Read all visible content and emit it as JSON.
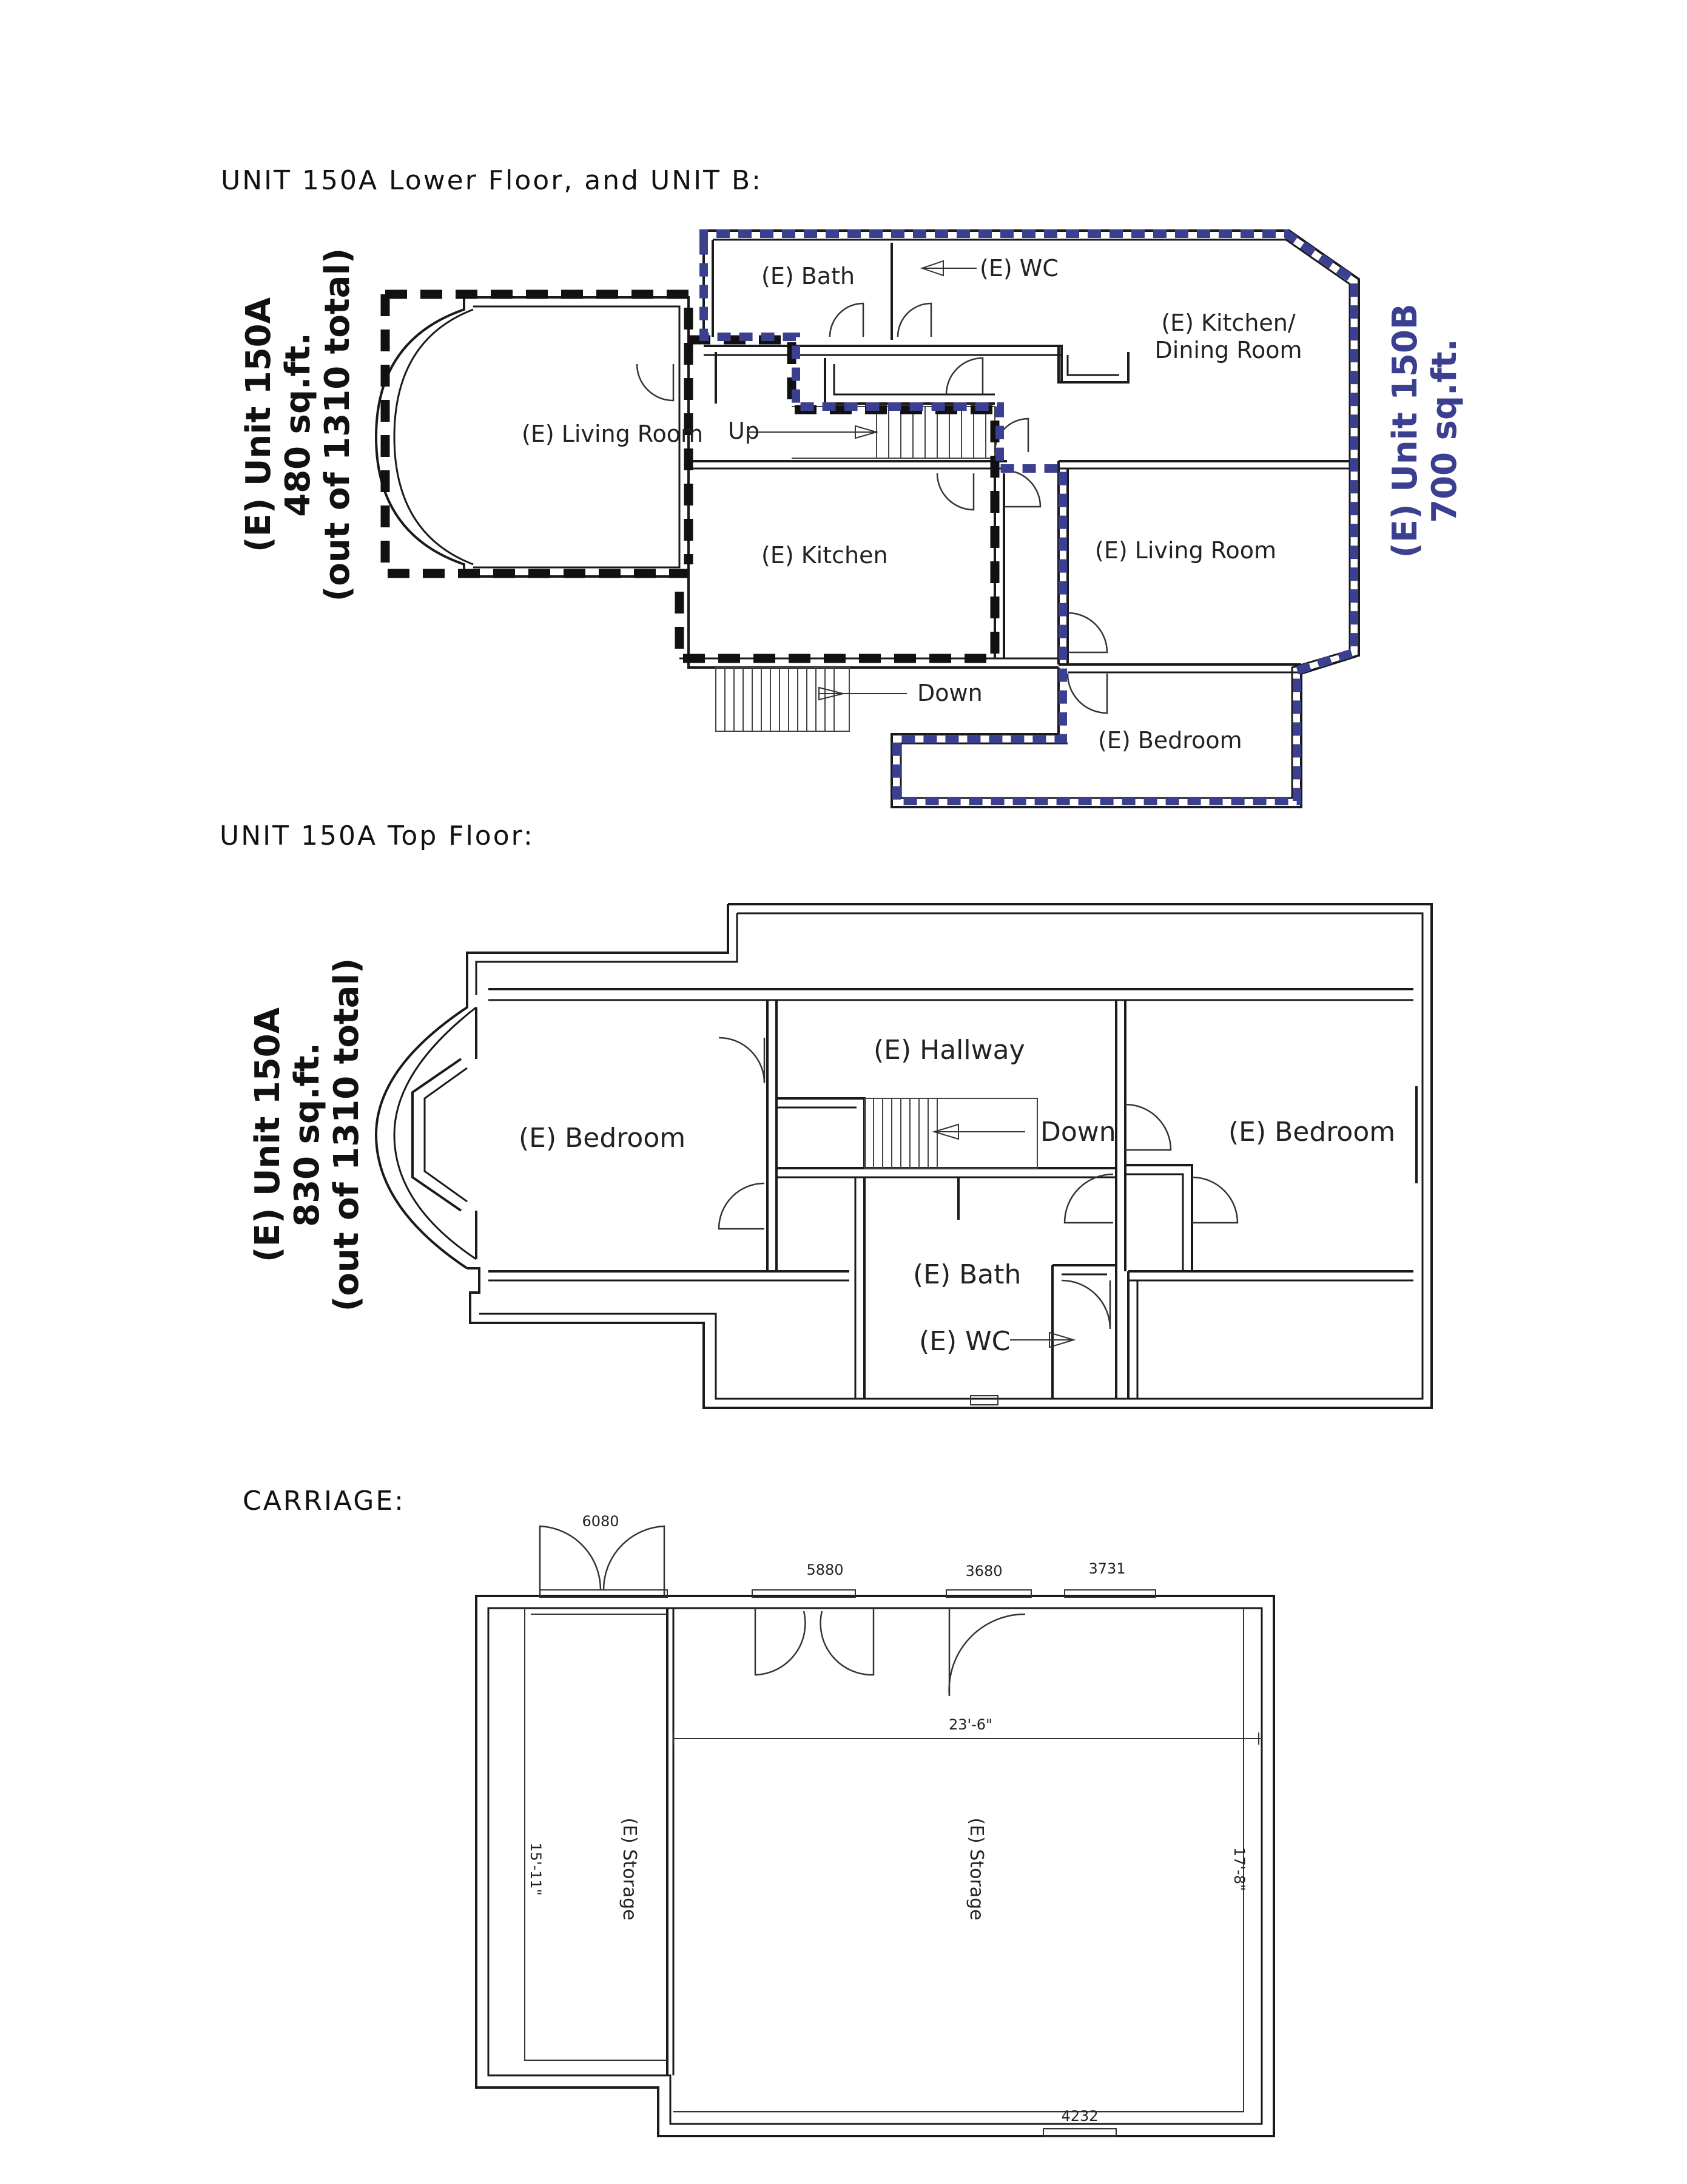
{
  "headers": {
    "lower_floor": "UNIT  150A  Lower  Floor,  and  UNIT  B:",
    "top_floor": "UNIT  150A  Top  Floor:",
    "carriage": "CARRIAGE:"
  },
  "colors": {
    "unit_a_outline": "#111111",
    "unit_b_outline": "#3b3f8f",
    "unit_b_label": "#3b3f8f",
    "walls": "#1a1a1a"
  },
  "lower_floor": {
    "unit_a_label": [
      "(E) Unit 150A",
      "480 sq.ft.",
      "(out of 1310 total)"
    ],
    "unit_b_label": [
      "(E) Unit 150B",
      "700 sq.ft."
    ],
    "rooms": {
      "bath": "(E) Bath",
      "wc": "(E) WC",
      "kitchen_dining_1": "(E) Kitchen/",
      "kitchen_dining_2": "Dining Room",
      "living_room_a": "(E) Living Room",
      "up": "Up",
      "kitchen": "(E) Kitchen",
      "living_room_b": "(E) Living Room",
      "down": "Down",
      "bedroom": "(E) Bedroom"
    }
  },
  "top_floor": {
    "unit_a_label": [
      "(E) Unit 150A",
      "830 sq.ft.",
      "(out of 1310 total)"
    ],
    "rooms": {
      "hallway": "(E) Hallway",
      "bedroom_left": "(E) Bedroom",
      "down": "Down",
      "bedroom_right": "(E) Bedroom",
      "bath": "(E) Bath",
      "wc": "(E) WC"
    }
  },
  "carriage": {
    "door_tags": {
      "d6080": "6080",
      "d5880": "5880",
      "d3680": "3680",
      "d3731": "3731",
      "d4232": "4232"
    },
    "dimensions": {
      "width": "23'-6\"",
      "left_depth": "15'-11\"",
      "right_depth": "17'-8\""
    },
    "rooms": {
      "storage_left": "(E) Storage",
      "storage_main": "(E) Storage"
    }
  }
}
